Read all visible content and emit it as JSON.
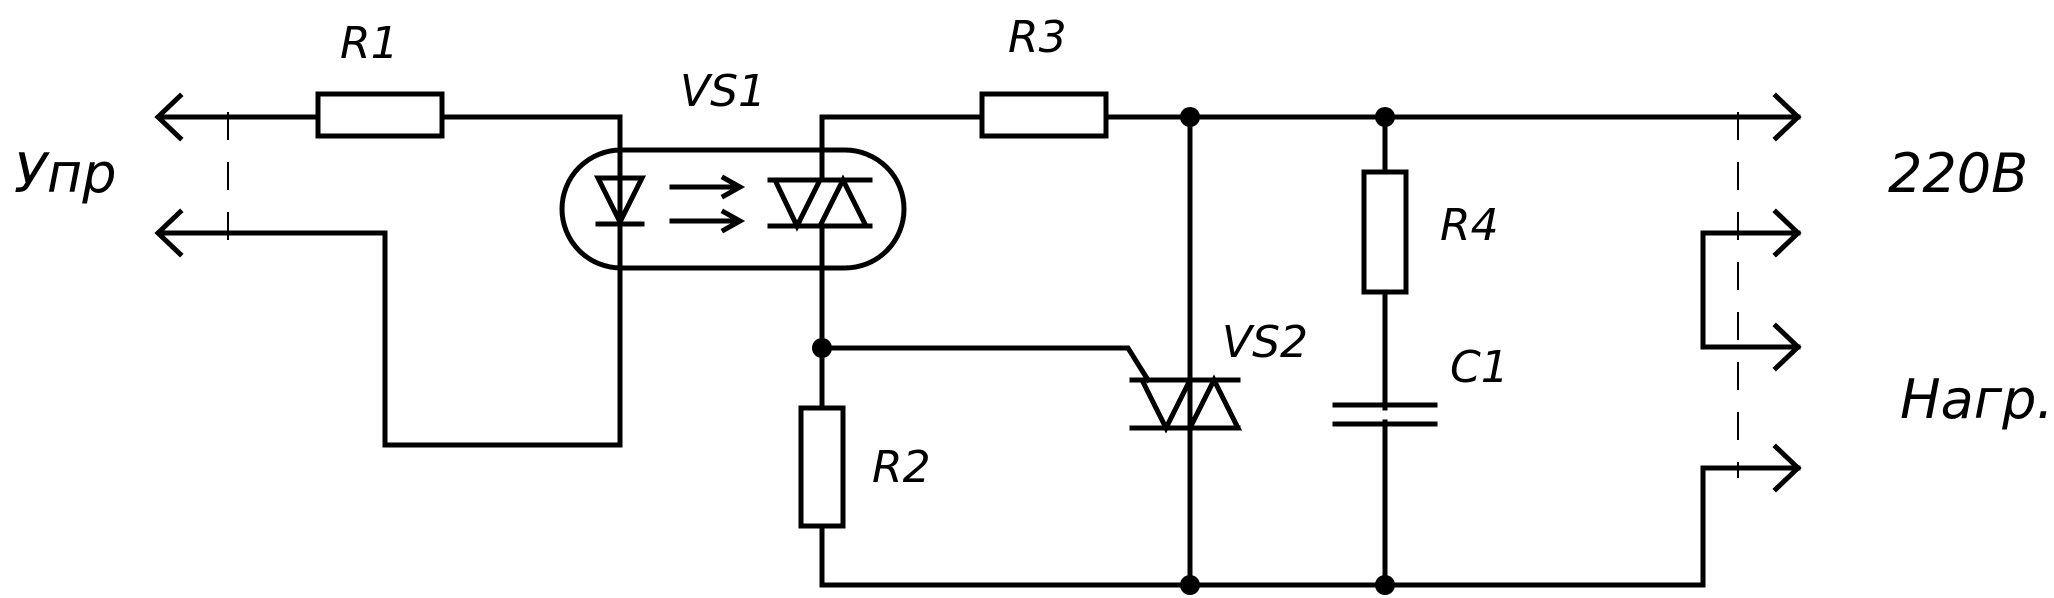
{
  "labels": {
    "r1": "R1",
    "r2": "R2",
    "r3": "R3",
    "r4": "R4",
    "c1": "C1",
    "vs1": "VS1",
    "vs2": "VS2",
    "control_input": "Упр",
    "supply": "220В",
    "load": "Нагр."
  }
}
